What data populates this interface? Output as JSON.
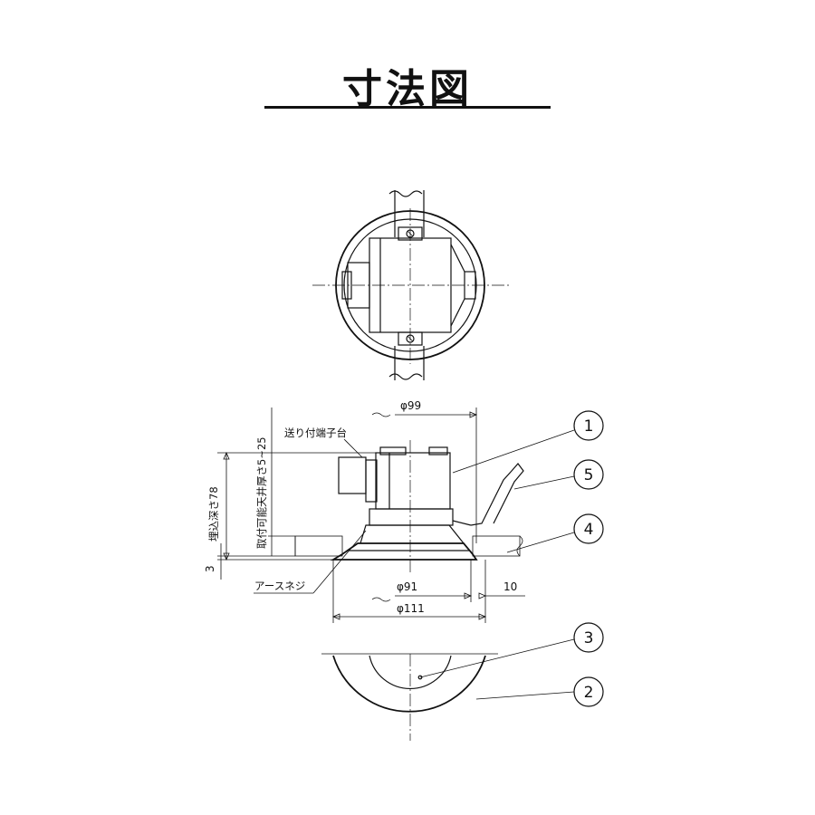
{
  "title": "寸法図",
  "dimensions": {
    "phi99": "φ99",
    "phi91": "φ91",
    "phi111": "φ111",
    "ten": "10",
    "three": "3",
    "embed_depth": "埋込深さ78",
    "ceiling_thickness": "取付可能天井厚さ5~25"
  },
  "labels": {
    "terminal_block": "送り付端子台",
    "earth_screw": "アースネジ"
  },
  "balloons": [
    "1",
    "2",
    "3",
    "4",
    "5"
  ]
}
